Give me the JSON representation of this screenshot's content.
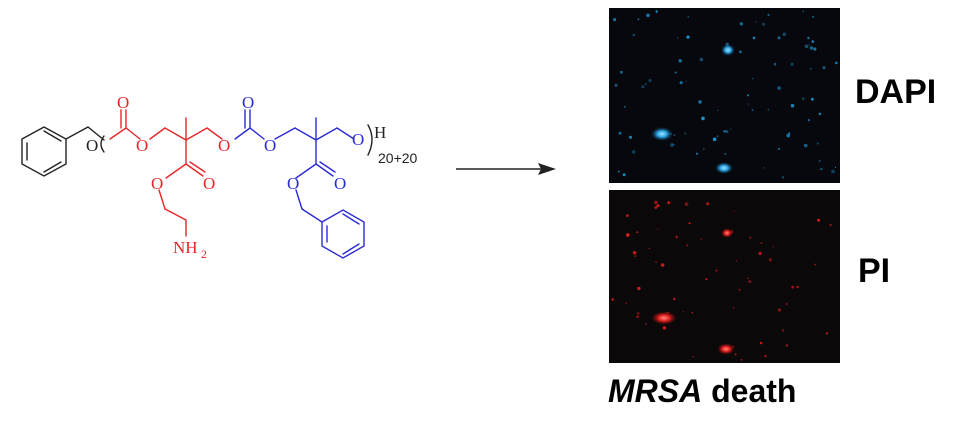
{
  "structure": {
    "colors": {
      "black": "#222222",
      "red": "#e8262a",
      "blue": "#2b2bd6"
    },
    "atoms": {
      "o_black": "O",
      "o_red_top": "O",
      "o_red_ester": "O",
      "o_red_chain": "O",
      "o_red_link": "O",
      "o_red_carbonyl": "O",
      "o_blue_top": "O",
      "o_blue_left": "O",
      "o_blue_right": "O",
      "o_blue_ester": "O",
      "o_blue_carbonyl": "O",
      "o_terminal": "O",
      "nh2": "NH",
      "nh2_sub": "2",
      "h_end": "H"
    },
    "repeat": "20+20"
  },
  "panels": {
    "dapi": {
      "label": "DAPI",
      "color": "#1f9ad6",
      "bg": "#06080d"
    },
    "pi": {
      "label": "PI",
      "color": "#e01d1d",
      "bg": "#0a0808"
    }
  },
  "caption": {
    "organism": "MRSA",
    "word": "death"
  }
}
